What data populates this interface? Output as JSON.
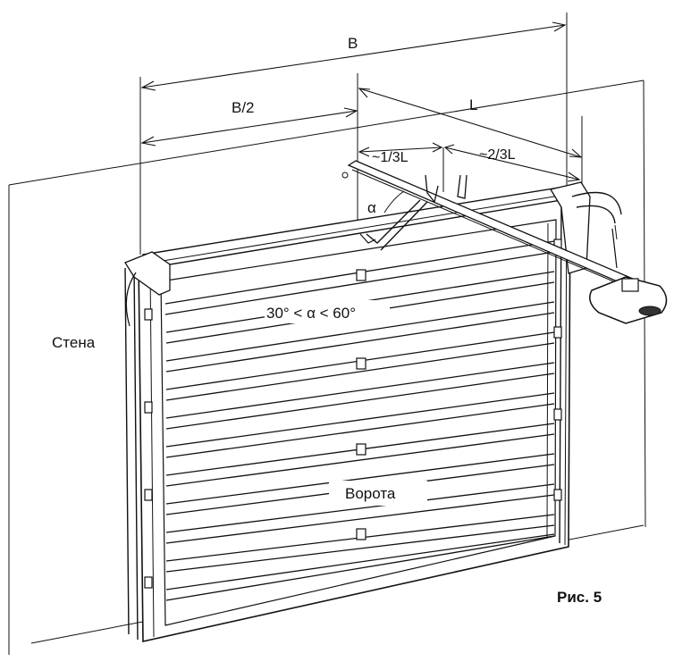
{
  "labels": {
    "B": "B",
    "B_half": "B/2",
    "L": "L",
    "third_L": "~1/3L",
    "two_thirds_L": "~2/3L",
    "alpha": "α",
    "angle_range": "30° < α < 60°",
    "wall": "Стена",
    "gate": "Ворота",
    "figure": "Рис. 5"
  }
}
